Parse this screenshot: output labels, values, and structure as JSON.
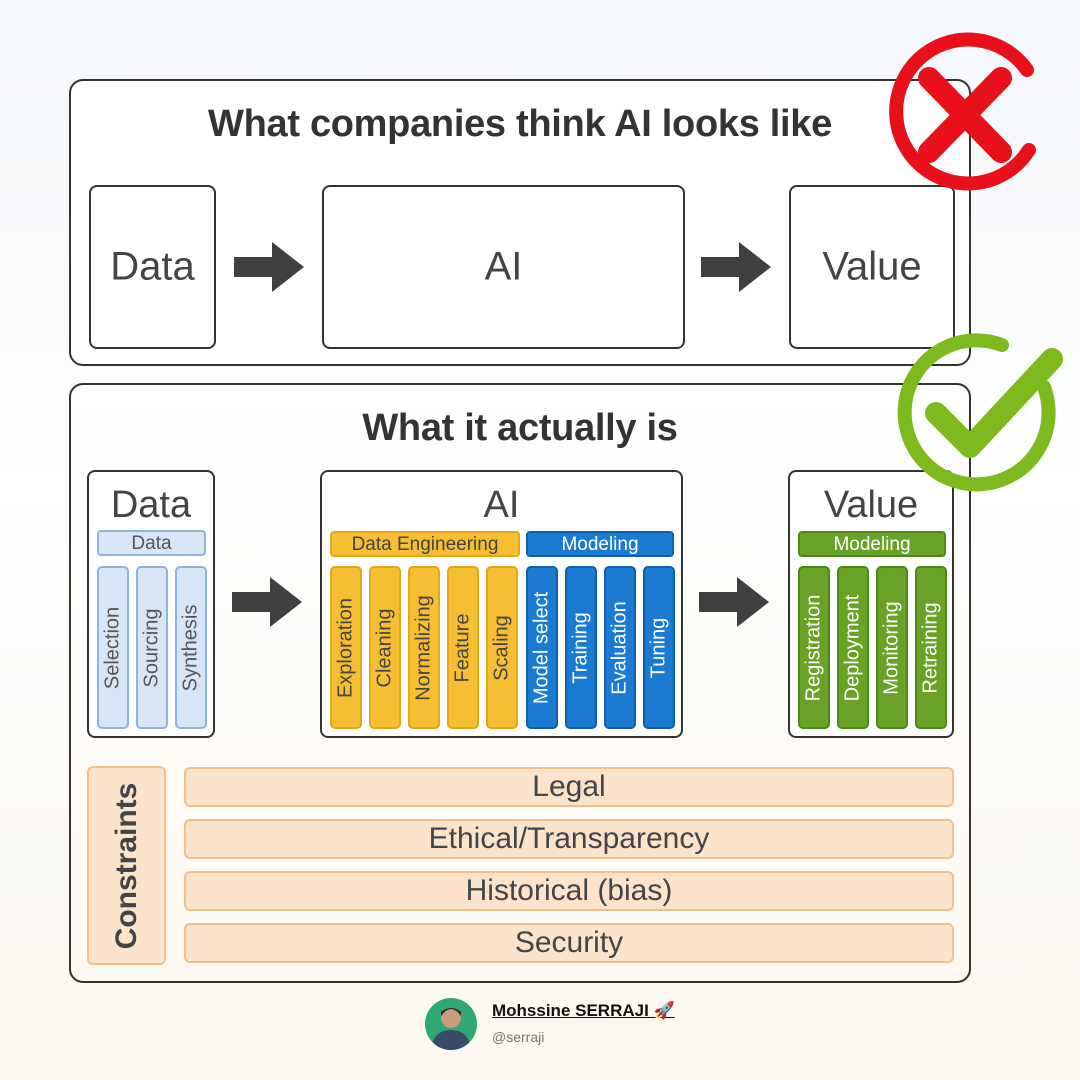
{
  "top_panel": {
    "title": "What companies think AI looks like",
    "data_label": "Data",
    "ai_label": "AI",
    "value_label": "Value"
  },
  "bottom_panel": {
    "title": "What it actually is",
    "data": {
      "heading": "Data",
      "bar": "Data",
      "items": [
        "Selection",
        "Sourcing",
        "Synthesis"
      ]
    },
    "ai": {
      "heading": "AI",
      "engineering_bar": "Data Engineering",
      "modeling_bar": "Modeling",
      "engineering_items": [
        "Exploration",
        "Cleaning",
        "Normalizing",
        "Feature",
        "Scaling"
      ],
      "modeling_items": [
        "Model select",
        "Training",
        "Evaluation",
        "Tuning"
      ]
    },
    "value": {
      "heading": "Value",
      "bar": "Modeling",
      "items": [
        "Registration",
        "Deployment",
        "Monitoring",
        "Retraining"
      ]
    },
    "constraints": {
      "label": "Constraints",
      "items": [
        "Legal",
        "Ethical/Transparency",
        "Historical (bias)",
        "Security"
      ]
    }
  },
  "author": {
    "name": "Mohssine SERRAJI 🚀",
    "handle": "@serraji"
  },
  "colors": {
    "wrong": "#e8101a",
    "right": "#7cba1e",
    "engineering": "#f6bf33",
    "modeling": "#1b7ad2",
    "value_modeling": "#68a328",
    "data_light": "#d7e6f6",
    "constraints": "#fbe4cb"
  },
  "icons": [
    "cross-badge-icon",
    "check-badge-icon",
    "arrow-right-icon"
  ]
}
